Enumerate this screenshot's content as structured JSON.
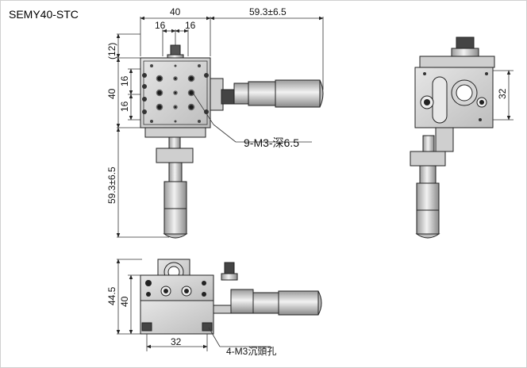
{
  "title": "SEMY40-STC",
  "dimensions": {
    "top_width": "40",
    "top_half_left": "16",
    "top_half_right": "16",
    "micrometer_reach": "59.3±6.5",
    "side_offset": "(12)",
    "left_pitch_upper": "16",
    "left_pitch_lower": "16",
    "left_height": "40",
    "vertical_reach": "59.3±6.5",
    "right_view_height": "32",
    "front_total_height": "44.5",
    "front_body_height": "40",
    "front_hole_pitch": "32"
  },
  "callouts": {
    "mounting_holes": "9-M3-深6.5",
    "counterbore_holes": "4-M3沉頭孔"
  },
  "colors": {
    "body": "#d9d9d9",
    "body_dark": "#8c8c8c",
    "hole": "#1a1a1a",
    "line": "#333333"
  }
}
